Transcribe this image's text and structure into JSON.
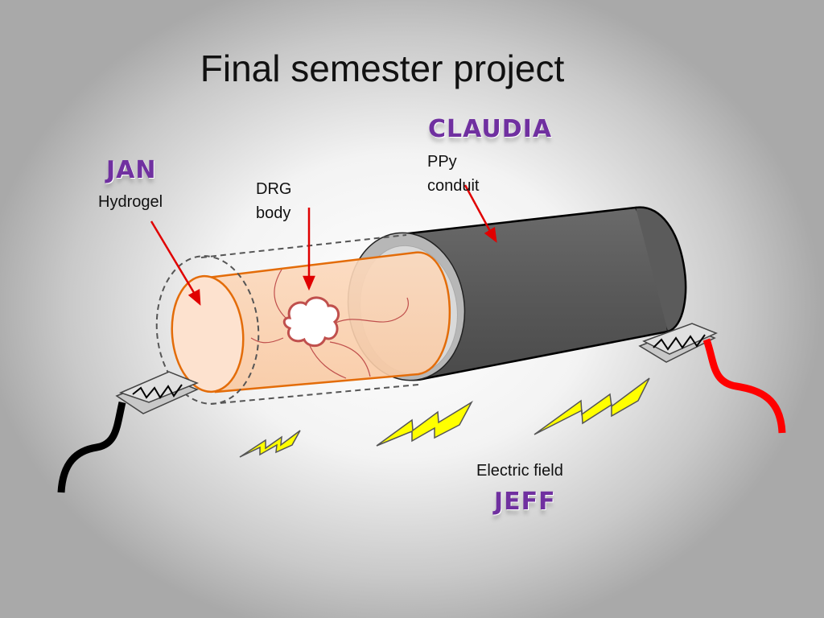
{
  "slide": {
    "title": "Final semester project"
  },
  "people": {
    "jan": "JAN",
    "claudia": "CLAUDIA",
    "jeff": "JEFF"
  },
  "labels": {
    "hydrogel": "Hydrogel",
    "drg_line1": "DRG",
    "drg_line2": "body",
    "ppy_line1": "PPy",
    "ppy_line2": "conduit",
    "electric_field": "Electric field"
  },
  "colors": {
    "name_color": "#7030a0",
    "conduit": "#595959",
    "hydrogel_fill": "#fbd5b5",
    "hydrogel_outline": "#e36c09",
    "arrow": "#e00000",
    "lightning": "#ffff00",
    "wire_left": "#000000",
    "wire_right": "#ff0000"
  }
}
